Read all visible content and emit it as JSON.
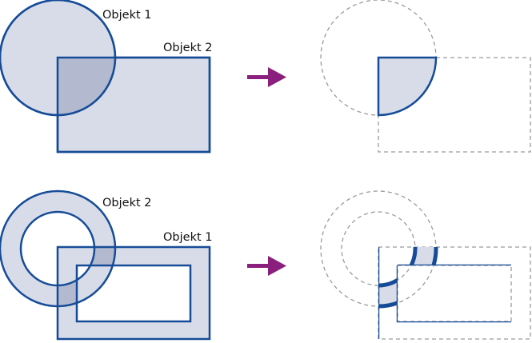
{
  "colors": {
    "stroke": "#164c97",
    "fill": "#d8dce8",
    "overlap_fill": "#b3bad0",
    "dash": "#9a9a9a",
    "arrow": "#8a1f7d",
    "text": "#111111"
  },
  "top": {
    "circle_label": "Objekt 1",
    "rect_label": "Objekt 2"
  },
  "bottom": {
    "ring_label": "Objekt 2",
    "frame_label": "Objekt 1"
  }
}
